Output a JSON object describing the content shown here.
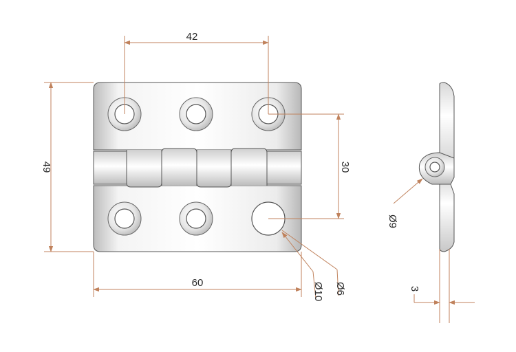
{
  "drawing": {
    "title": "",
    "colors": {
      "dimension": "#c0825c",
      "outline": "#555555",
      "metal_light": "#ffffff",
      "metal_dark": "#cfcfcf",
      "text": "#2a2a2a"
    },
    "dimensions": {
      "hole_spacing": "42",
      "height": "49",
      "hole_vertical_spacing": "30",
      "width": "60",
      "large_hole_diameter": "Ø10",
      "small_hole_diameter": "Ø6",
      "knuckle_diameter": "Ø9",
      "thickness": "3"
    }
  }
}
